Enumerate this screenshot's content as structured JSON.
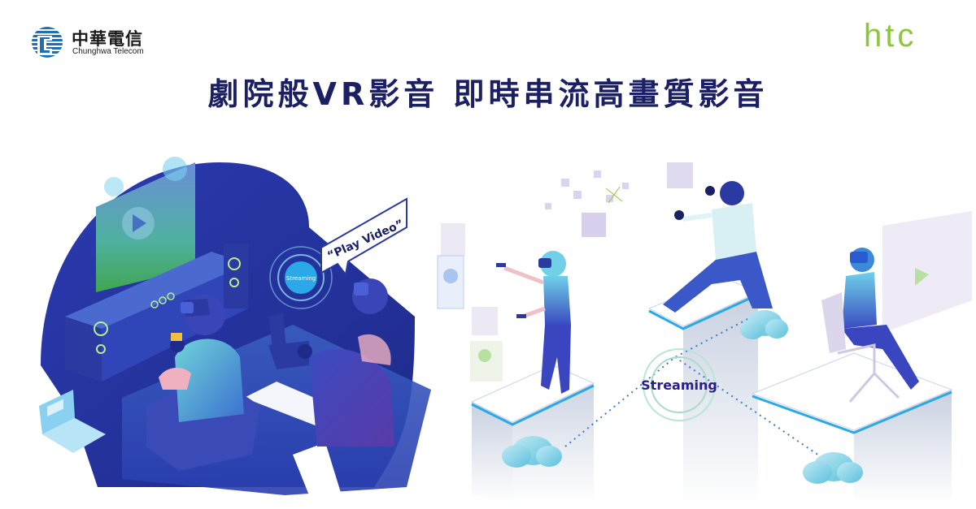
{
  "header": {
    "left_logo": {
      "name_zh": "中華電信",
      "name_en": "Chunghwa Telecom"
    },
    "right_logo": {
      "text": "htc"
    },
    "headline": "劇院般VR影音 即時串流高畫質影音"
  },
  "scene_left": {
    "speech_bubble": "“Play Video”",
    "streaming_label": "Streaming"
  },
  "scene_right": {
    "streaming_label": "Streaming"
  },
  "colors": {
    "headline": "#1b1f63",
    "htc_green": "#8cc63f",
    "cht_blue": "#1f6fb8",
    "scene_blue": "#2a3aa8",
    "streaming_purple": "#2b1c8a"
  }
}
